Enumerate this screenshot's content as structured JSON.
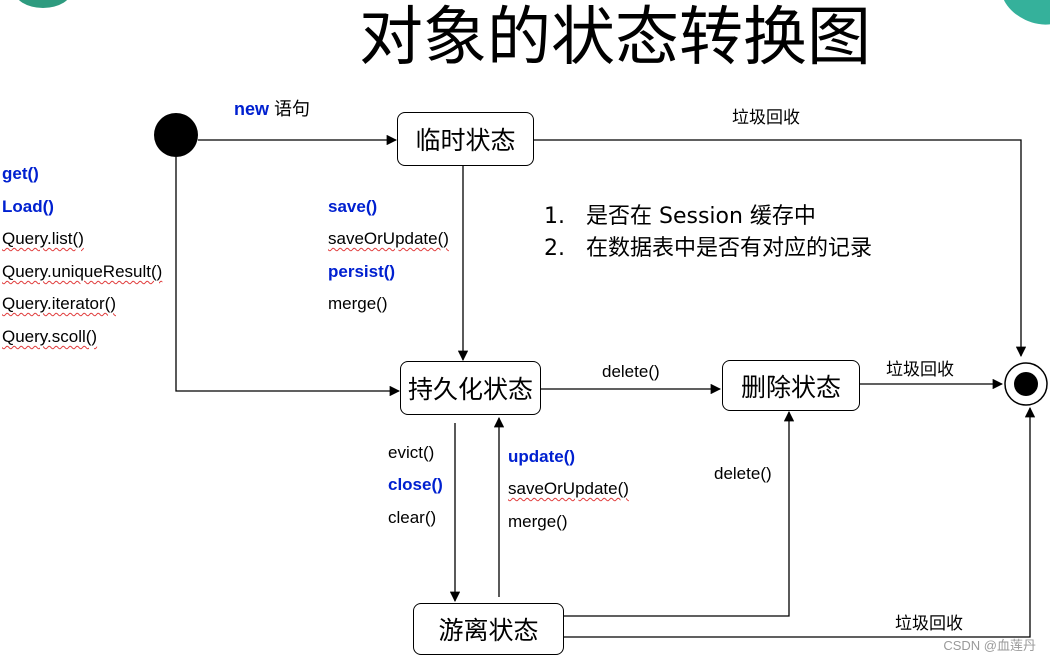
{
  "title": "对象的状态转换图",
  "states": {
    "transient": "临时状态",
    "persistent": "持久化状态",
    "removed": "删除状态",
    "detached": "游离状态"
  },
  "edges": {
    "new_statement": {
      "keyword": "new",
      "suffix": " 语句"
    },
    "gc_top": "垃圾回收",
    "gc_mid": "垃圾回收",
    "gc_bottom": "垃圾回收",
    "delete_persistent": "delete()",
    "delete_detached": "delete()"
  },
  "query_methods": [
    "get()",
    "Load()",
    "Query.list()",
    "Query.uniqueResult()",
    "Query.iterator()",
    "Query.scoll()"
  ],
  "save_methods": [
    "save()",
    "saveOrUpdate()",
    "persist()",
    "merge()"
  ],
  "evict_methods": [
    "evict()",
    "close()",
    "clear()"
  ],
  "update_methods": [
    "update()",
    "saveOrUpdate()",
    "merge()"
  ],
  "notes": [
    {
      "num": "1.",
      "text": "是否在 Session 缓存中"
    },
    {
      "num": "2.",
      "text": "在数据表中是否有对应的记录"
    }
  ],
  "watermark": "CSDN @血莲丹"
}
